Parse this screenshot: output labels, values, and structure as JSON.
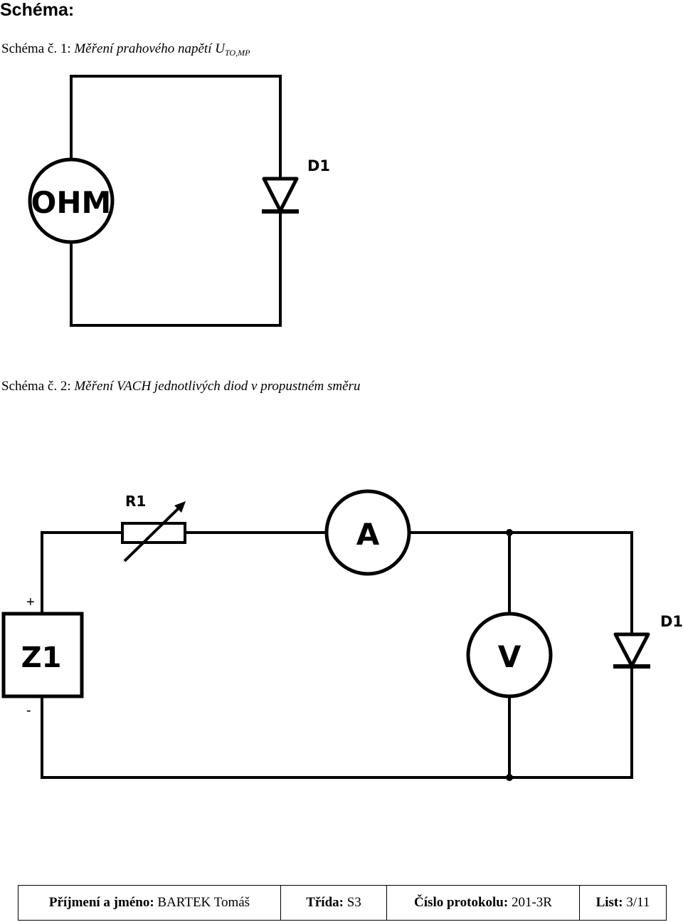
{
  "heading": "Schéma:",
  "schema1": {
    "prefix": "Schéma č. 1: ",
    "title": "Měření prahového napětí U",
    "subscript": "TO,MP",
    "meter_label": "OHM",
    "diode_label": "D1"
  },
  "schema2": {
    "prefix": "Schéma č. 2: ",
    "title": "Měření VACH jednotlivých diod v propustném směru",
    "resistor_label": "R1",
    "ammeter_label": "A",
    "voltmeter_label": "V",
    "source_label": "Z1",
    "source_plus": "+",
    "source_minus": "-",
    "diode_label": "D1"
  },
  "footer": {
    "name_label": "Příjmení a jméno:",
    "name_value": "BARTEK Tomáš",
    "class_label": "Třída:",
    "class_value": "S3",
    "protocol_label": "Číslo protokolu:",
    "protocol_value": "201-3R",
    "sheet_label": "List:",
    "sheet_value": "3/11"
  }
}
